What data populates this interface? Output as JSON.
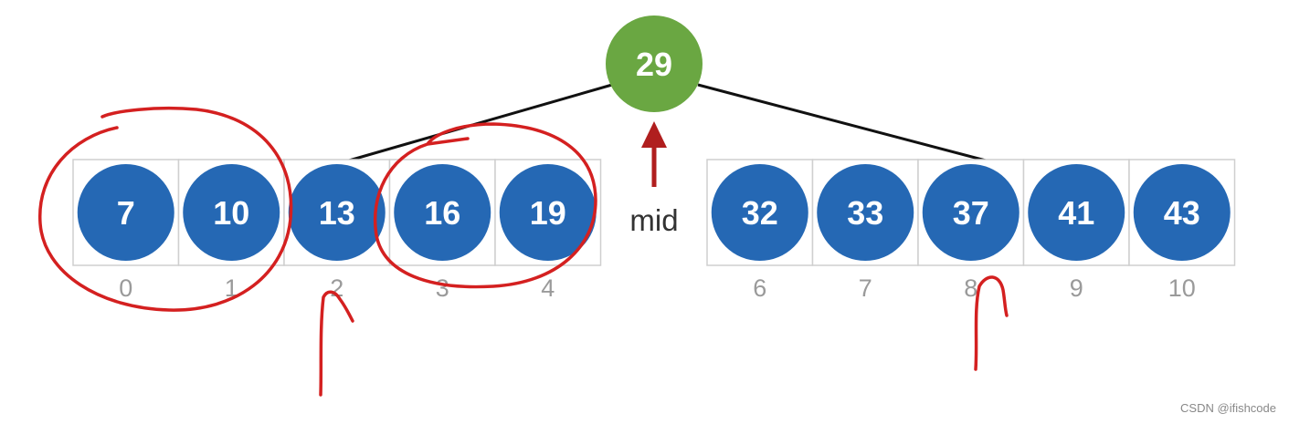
{
  "diagram": {
    "root": {
      "label": "29"
    },
    "mid_label": "mid",
    "left_group": [
      {
        "value": "7",
        "index": "0"
      },
      {
        "value": "10",
        "index": "1"
      },
      {
        "value": "13",
        "index": "2"
      },
      {
        "value": "16",
        "index": "3"
      },
      {
        "value": "19",
        "index": "4"
      }
    ],
    "right_group": [
      {
        "value": "32",
        "index": "6"
      },
      {
        "value": "33",
        "index": "7"
      },
      {
        "value": "37",
        "index": "8"
      },
      {
        "value": "41",
        "index": "9"
      },
      {
        "value": "43",
        "index": "10"
      }
    ],
    "colors": {
      "node": "#2568b4",
      "root": "#6aa742",
      "annotation": "#d42020",
      "mid_arrow": "#b01e1e"
    }
  },
  "watermark": "CSDN @ifishcode"
}
